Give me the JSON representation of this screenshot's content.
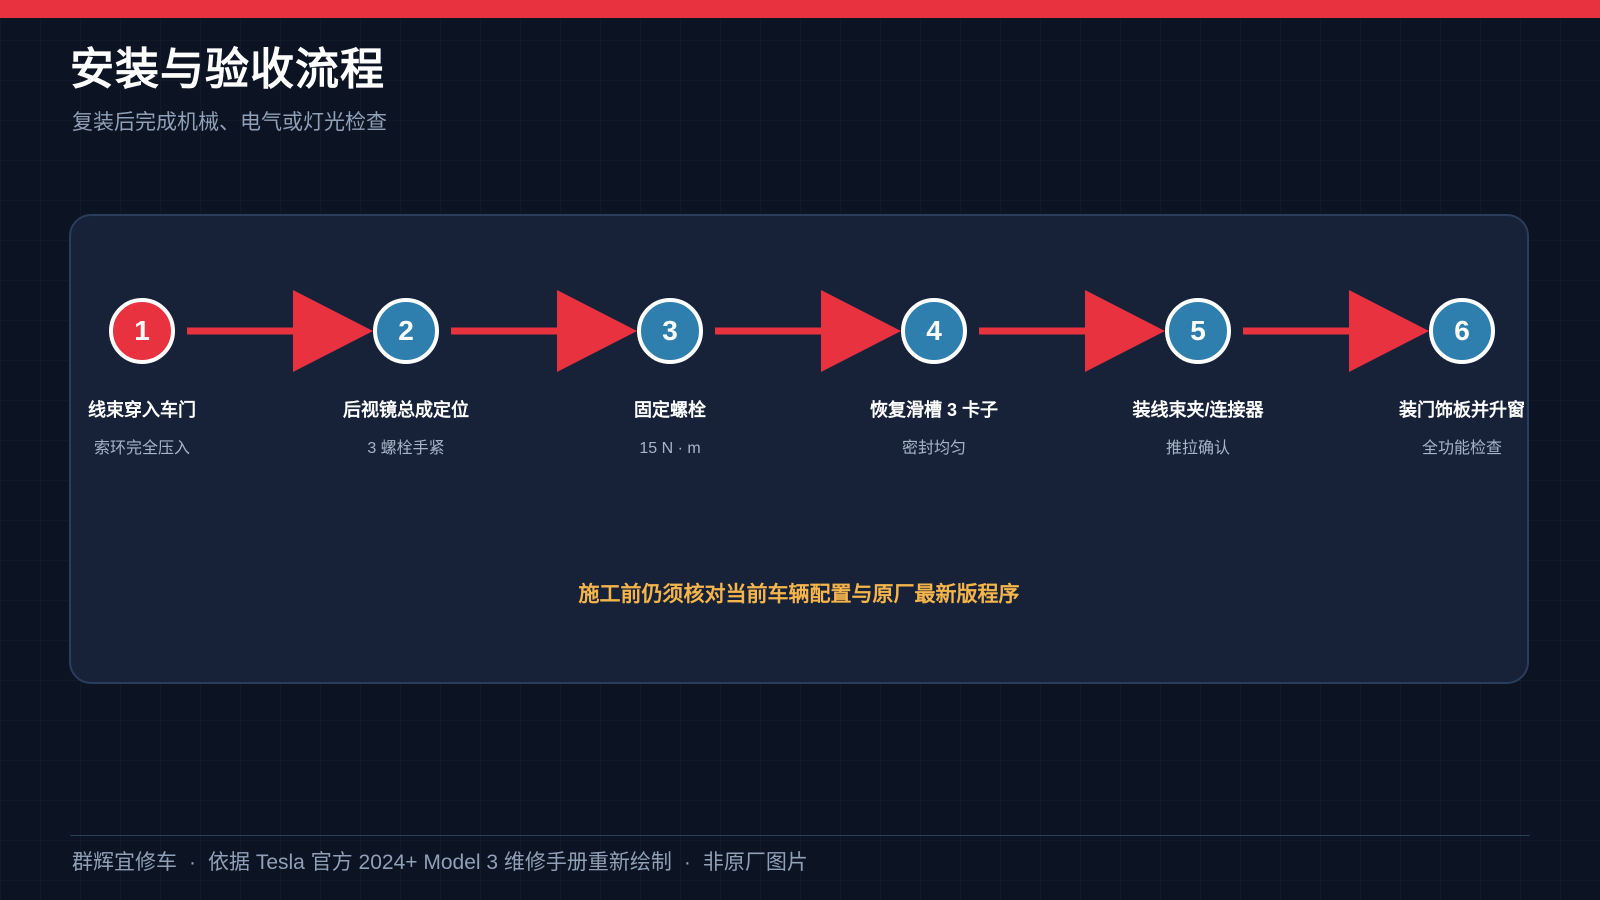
{
  "header": {
    "title": "安装与验收流程",
    "subtitle": "复装后完成机械、电气或灯光检查"
  },
  "flow": {
    "steps": [
      {
        "number": "1",
        "title": "线束穿入车门",
        "desc": "索环完全压入",
        "active": true
      },
      {
        "number": "2",
        "title": "后视镜总成定位",
        "desc": "3 螺栓手紧",
        "active": false
      },
      {
        "number": "3",
        "title": "固定螺栓",
        "desc": "15 N · m",
        "active": false
      },
      {
        "number": "4",
        "title": "恢复滑槽 3 卡子",
        "desc": "密封均匀",
        "active": false
      },
      {
        "number": "5",
        "title": "装线束夹/连接器",
        "desc": "推拉确认",
        "active": false
      },
      {
        "number": "6",
        "title": "装门饰板并升窗",
        "desc": "全功能检查",
        "active": false
      }
    ],
    "warning": "施工前仍须核对当前车辆配置与原厂最新版程序"
  },
  "footer": {
    "brand": "群辉宜修车",
    "separator": "·",
    "source": "依据 Tesla 官方 2024+ Model 3 维修手册重新绘制",
    "note": "非原厂图片"
  },
  "colors": {
    "accent": "#e8323f",
    "step": "#2e7fad",
    "warning": "#f5b54a",
    "background": "#0c1322",
    "panel": "#172238"
  }
}
